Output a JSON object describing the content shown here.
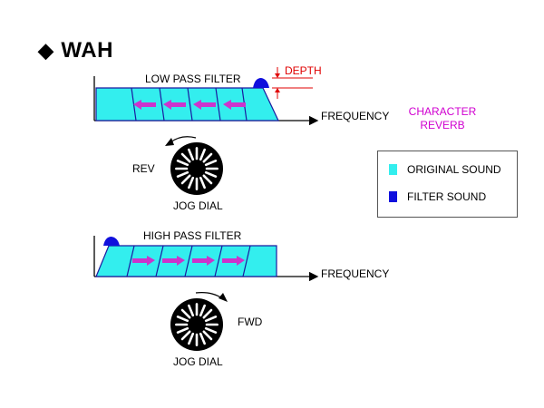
{
  "title": "WAH",
  "lpf": {
    "label": "LOW PASS FILTER",
    "depth_label": "DEPTH",
    "freq_label": "FREQUENCY",
    "dial_label": "JOG DIAL",
    "direction_label": "REV"
  },
  "hpf": {
    "label": "HIGH PASS FILTER",
    "freq_label": "FREQUENCY",
    "dial_label": "JOG DIAL",
    "direction_label": "FWD"
  },
  "character": {
    "line1": "CHARACTER",
    "line2": "REVERB"
  },
  "legend": {
    "items": [
      {
        "label": "ORIGINAL SOUND",
        "color": "#33eeee"
      },
      {
        "label": "FILTER SOUND",
        "color": "#1010dd"
      }
    ]
  },
  "colors": {
    "original": "#33eeee",
    "filter": "#1010dd",
    "arrow": "#cc33cc",
    "outline": "#1a1aa0",
    "depth": "#e00000"
  }
}
